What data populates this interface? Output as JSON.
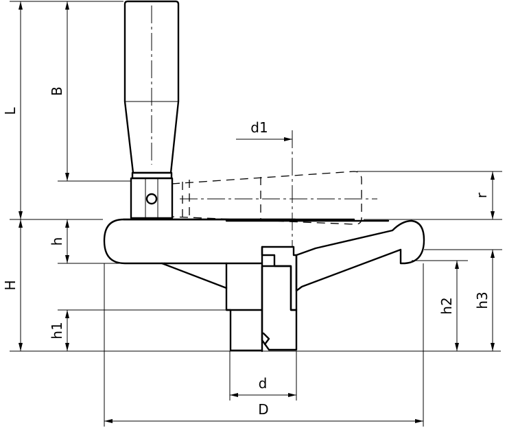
{
  "labels": {
    "L": "L",
    "B": "B",
    "d1": "d1",
    "r": "r",
    "h": "h",
    "H": "H",
    "h1": "h1",
    "h2": "h2",
    "h3": "h3",
    "d": "d",
    "D": "D"
  }
}
